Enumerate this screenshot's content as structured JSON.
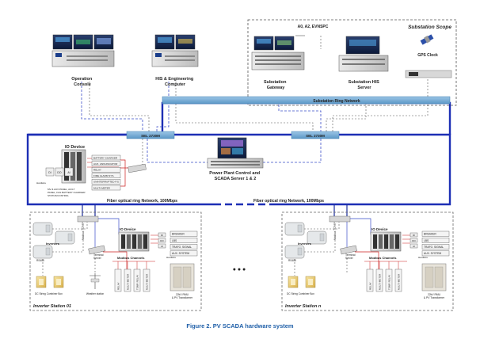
{
  "figure": {
    "caption": "Figure 2. PV SCADA hardware system",
    "ellipsis": "● ● ●"
  },
  "control_room": {
    "operation_console": [
      "Operation",
      "Console"
    ],
    "his_computer": [
      "HIS & Engineering",
      "Computer"
    ]
  },
  "substation": {
    "scope_label": "Substation Scope",
    "protocols": "A0, A2, EVNSPC",
    "gateway": [
      "Substation",
      "Gateway"
    ],
    "his_server": [
      "Substation HIS",
      "Server"
    ],
    "gps_clock": "GPS Clock",
    "ring_network": "Substation Ring Network"
  },
  "plant_network": {
    "switch_left": "SEL 2730M",
    "switch_right": "SEL 2730M",
    "io_device": "IO Device",
    "panel_labels": [
      "BATTERY CHARGER",
      "AUX. ANNUNCIATOR",
      "RELAY",
      "FIRE ALARM SYS.",
      "UNINTERRUPTED P.S",
      "MULTI-METER"
    ],
    "panel_caption": [
      "MV & AUX.PANEL, AC/LT",
      "PANEL, FAIL BATTERY CHARGER",
      "STATUS/CONTROL"
    ],
    "hardwire_left": "Hardwire",
    "module_labels": [
      "DI",
      "DO",
      "AI"
    ],
    "power_plant_control": [
      "Power Plant Control and",
      "SCADA Server 1 & 2"
    ],
    "fiber_left": "Fiber optical ring Network, 100Mbps",
    "fiber_right": "Fiber optical ring Network, 100Mbps"
  },
  "inverter_station_1": {
    "label": "Inverter Station 01",
    "inverters": "Inverters",
    "io_device": "IO Device",
    "module_labels": [
      "DI",
      "DO",
      "AI"
    ],
    "terminal_server": [
      "Terminal",
      "Server"
    ],
    "modbus_tcpip": "Modbus TCP/IP",
    "modbus_channels": "Modbus Channels",
    "rs485": "RS485",
    "dc_string": "DC String Combiner Box",
    "weather_station": "Weather station",
    "hardwire": "Hardwire",
    "equipment": [
      "BREAKER",
      "LBS",
      "TRAFO. SIGNAL",
      "AUX. SYSTEM"
    ],
    "vertical_boxes": [
      "RELAY",
      "MULTI-METER",
      "TEMP. RELAY",
      "MULTI-METER"
    ],
    "transformer": [
      "22kV RMU",
      "& PV Transformer"
    ]
  },
  "inverter_station_n": {
    "label": "Inverter Station n",
    "inverters": "Inverters",
    "io_device": "IO Device",
    "module_labels": [
      "DI",
      "DO",
      "AI"
    ],
    "terminal_server": [
      "Terminal",
      "Server"
    ],
    "modbus_tcpip": "Modbus TCP/IP",
    "modbus_channels": "Modbus Channels",
    "rs485": "RS485",
    "dc_string": "DC String Combiner Box",
    "hardwire": "Hardwire",
    "equipment": [
      "BREAKER",
      "LBS",
      "TRAFO. SIGNAL",
      "AUX. SYSTEM"
    ],
    "vertical_boxes": [
      "RELAY",
      "MULTI-METER",
      "TEMP. RELAY",
      "MULTI-METER"
    ],
    "transformer": [
      "22kV RMU",
      "& PV Transformer"
    ]
  },
  "colors": {
    "ring_blue": "#1d2fb5",
    "substation_bar": "#7fb3d8",
    "caption_blue": "#1f5fa8",
    "dash_blue": "#3a4cc9",
    "fiber_blue": "#1b2d9c",
    "red_wire": "#cc2020"
  }
}
